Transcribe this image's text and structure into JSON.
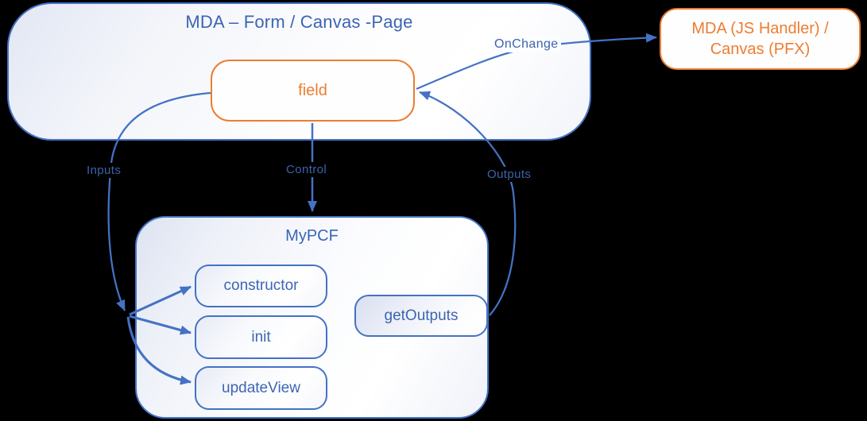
{
  "colors": {
    "blue_accent": "#4472C4",
    "blue_text": "#3d65b3",
    "orange_accent": "#ED7D31",
    "background": "#000000"
  },
  "mda_page": {
    "title": "MDA – Form / Canvas -Page"
  },
  "field": {
    "label": "field"
  },
  "handler": {
    "lines": [
      "MDA (JS Handler) /",
      "Canvas (PFX)"
    ]
  },
  "mypcf": {
    "title": "MyPCF",
    "methods": [
      "constructor",
      "init",
      "updateView"
    ],
    "getoutputs_label": "getOutputs"
  },
  "connectors": {
    "inputs": "Inputs",
    "control": "Control",
    "outputs": "Outputs",
    "onchange": "OnChange"
  }
}
